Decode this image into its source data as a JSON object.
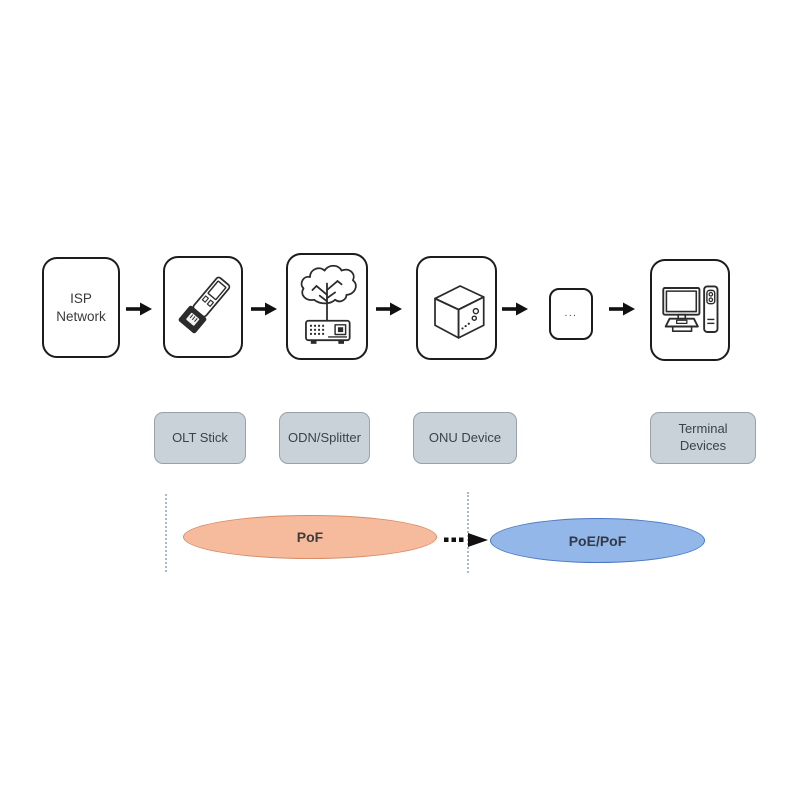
{
  "flow": {
    "nodes": [
      {
        "id": "isp-network",
        "line1": "ISP",
        "line2": "Network"
      },
      {
        "id": "olt-stick",
        "icon": "sfp-transceiver-icon"
      },
      {
        "id": "odn-splitter",
        "icon": "tree-and-splitter-icon"
      },
      {
        "id": "onu-device",
        "icon": "cube-icon"
      },
      {
        "id": "ellipsis",
        "label": "..."
      },
      {
        "id": "terminal-devices",
        "icon": "desktop-computer-icon"
      }
    ],
    "arrow_icon": "right-arrow-icon",
    "dotted_arrow_icon": "dotted-right-arrow-icon"
  },
  "labels": {
    "olt": "OLT Stick",
    "odn": "ODN/Splitter",
    "onu": "ONU Device",
    "terminal": "Terminal Devices"
  },
  "power_zones": {
    "pof": {
      "label": "PoF",
      "fill": "#F6BB9D",
      "border": "#D88C66"
    },
    "poe_pof": {
      "label": "PoE/PoF",
      "fill": "#92B7E8",
      "border": "#4A77C2"
    }
  },
  "colors": {
    "node_border": "#1c1c1c",
    "label_fill": "#C9D2D8",
    "label_border": "#97A2A9",
    "label_text": "#39434C",
    "arrow": "#111111",
    "dashed_guide": "#A7BCC9",
    "background": "#ffffff"
  }
}
